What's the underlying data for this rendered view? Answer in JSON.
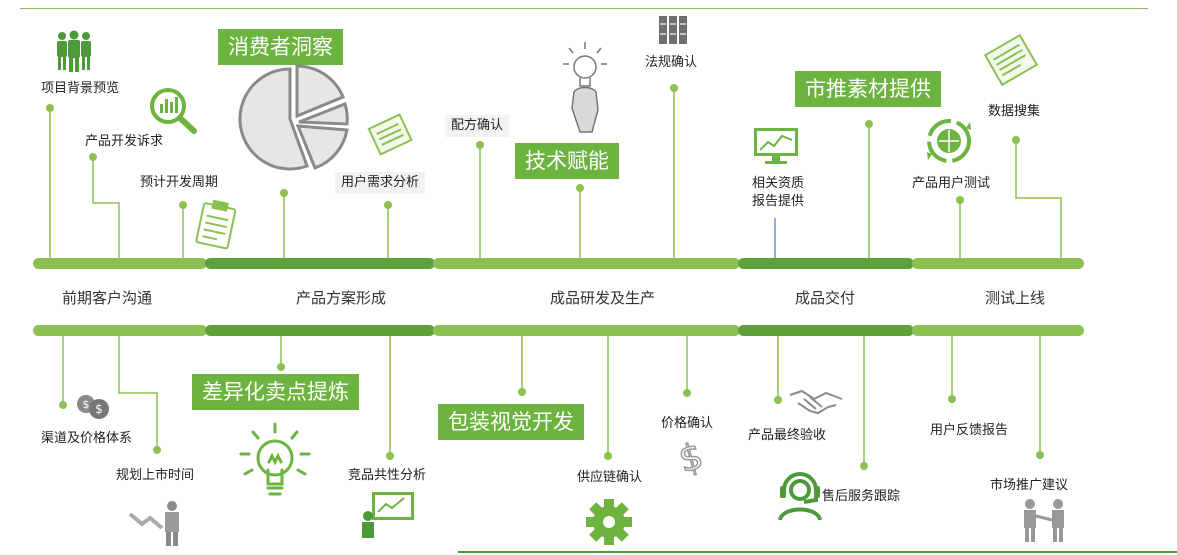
{
  "colors": {
    "accent": "#6db33f",
    "accent_dark": "#4c9a3a",
    "line": "#8cc152",
    "icon_gray": "#7a7a7a",
    "blue_connector": "#5b9bd5"
  },
  "stages": [
    {
      "label": "前期客户沟通"
    },
    {
      "label": "产品方案形成"
    },
    {
      "label": "成品研发及生产"
    },
    {
      "label": "成品交付"
    },
    {
      "label": "测试上线"
    }
  ],
  "highlight_boxes": {
    "consumer_insight": "消费者洞察",
    "tech_enable": "技术赋能",
    "marketing_material": "市推素材提供",
    "differentiation": "差异化卖点提炼",
    "packaging": "包装视觉开发"
  },
  "top_items": {
    "project_preview": "项目背景预览",
    "product_requirement": "产品开发诉求",
    "dev_cycle": "预计开发周期",
    "user_demand": "用户需求分析",
    "formula_confirm": "配方确认",
    "regulation_confirm": "法规确认",
    "qualification_report": "相关资质\n报告提供",
    "product_user_test": "产品用户测试",
    "data_collect": "数据搜集"
  },
  "bottom_items": {
    "channel_price": "渠道及价格体系",
    "launch_time": "规划上市时间",
    "competitor": "竞品共性分析",
    "supply_chain": "供应链确认",
    "price_confirm": "价格确认",
    "final_acceptance": "产品最终验收",
    "after_sales": "售后服务跟踪",
    "user_feedback": "用户反馈报告",
    "market_promotion": "市场推广建议"
  },
  "icons": [
    "team-icon",
    "chart-search-icon",
    "clipboard-icon",
    "pie-chart-icon",
    "notebook-icon",
    "lightbulb-hand-icon",
    "server-icon",
    "monitor-chart-icon",
    "globe-refresh-icon",
    "notepad-icon",
    "dollar-coins-icon",
    "businessman-icon",
    "lightbulb-icon",
    "presentation-icon",
    "gear-icon",
    "dollar-sign-icon",
    "handshake-icon",
    "headset-icon",
    "meeting-icon"
  ]
}
